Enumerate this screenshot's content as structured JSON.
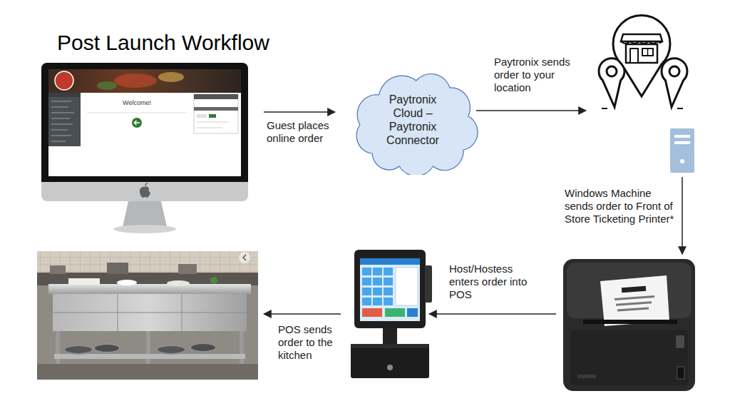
{
  "diagram": {
    "title": "Post Launch Workflow",
    "nodes": [
      {
        "text": [
          "Paytronix Cloud – Paytronix Connector"
        ]
      }
    ],
    "labels": [
      "Guest places online order",
      "Paytronix sends order to your location",
      "Windows Machine sends order to Front of Store Ticketing Printer*",
      "Host/Hostess enters order into POS",
      "POS sends order to the kitchen",
      "Welcome!"
    ]
  }
}
